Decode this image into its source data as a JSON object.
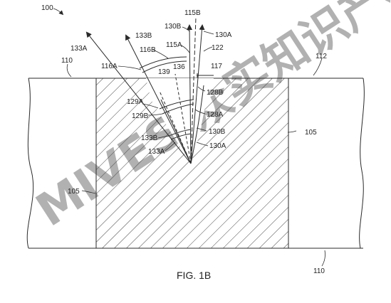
{
  "figure": {
    "caption": "FIG. 1B",
    "watermark": "MIVES 众实知识产权",
    "colors": {
      "line": "#2a2a2a",
      "hatch": "#444444",
      "watermark": "#b8cde3"
    },
    "labels": {
      "l100": "100",
      "l115B": "115B",
      "l130B_top": "130B",
      "l130A_top": "130A",
      "l133A_top": "133A",
      "l133B_top": "133B",
      "l116B": "116B",
      "l115A": "115A",
      "l122": "122",
      "l110_top": "110",
      "l112": "112",
      "l116A": "116A",
      "l139": "139",
      "l136": "136",
      "l117": "117",
      "l128B": "128B",
      "l129A": "129A",
      "l129B": "129B",
      "l128A": "128A",
      "l130B_low": "130B",
      "l105_right": "105",
      "l133B_low": "133B",
      "l130A_low": "130A",
      "l133A_low": "133A",
      "l105_left": "105",
      "l110_bottom": "110"
    }
  }
}
